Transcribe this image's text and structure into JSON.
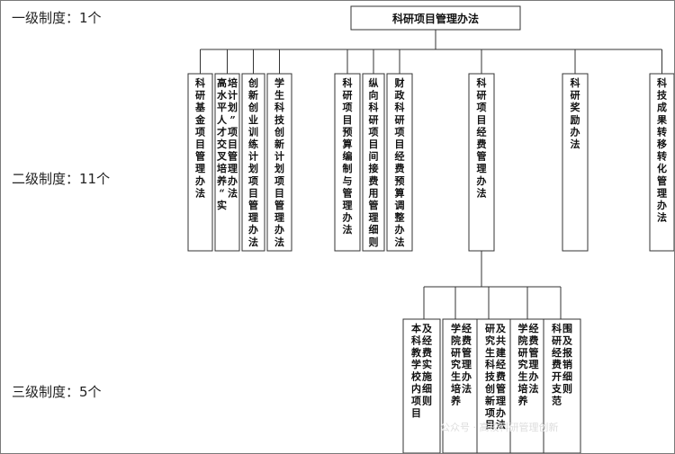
{
  "level_labels": {
    "level1": "一级制度：1个",
    "level2": "二级制度：11个",
    "level3": "三级制度：5个"
  },
  "root": "科研项目管理办法",
  "level2_nodes": [
    {
      "id": "n1",
      "columns": [
        "科研基金项目管理办法"
      ]
    },
    {
      "id": "n2",
      "columns": [
        "高水平人才交叉培养“实培计划”项目管理办法"
      ]
    },
    {
      "id": "n3",
      "columns": [
        "创新创业训练计划项目管理办法"
      ]
    },
    {
      "id": "n4",
      "columns": [
        "学生科技创新计划项目管理办法"
      ]
    },
    {
      "id": "n5",
      "columns": [
        "科研项目预算编制与管理办法"
      ]
    },
    {
      "id": "n6",
      "columns": [
        "纵向科研项目间接费用管理细则"
      ]
    },
    {
      "id": "n7",
      "columns": [
        "财政科研项目经费预算调整办法"
      ]
    },
    {
      "id": "n8",
      "columns": [
        "科研项目经费管理办法"
      ]
    },
    {
      "id": "n9",
      "columns": [
        "科研奖励办法"
      ]
    },
    {
      "id": "n10",
      "columns": [
        "科技成果转移转化管理办法"
      ]
    }
  ],
  "level3_nodes": [
    {
      "id": "m1",
      "columns": [
        "本科教学校内项目及经费实施细则"
      ]
    },
    {
      "id": "m2",
      "columns": [
        "学院研究生培养经费管理办法"
      ]
    },
    {
      "id": "m3",
      "columns": [
        "研究生科技创新项目及共建经费管理办法"
      ]
    },
    {
      "id": "m4",
      "columns": [
        "学院研究生培养经费管理办法"
      ]
    },
    {
      "id": "m5",
      "columns": [
        "科研经费开支范围及报销细则"
      ]
    }
  ],
  "watermark": "公众号 · 高校科研管理创新"
}
